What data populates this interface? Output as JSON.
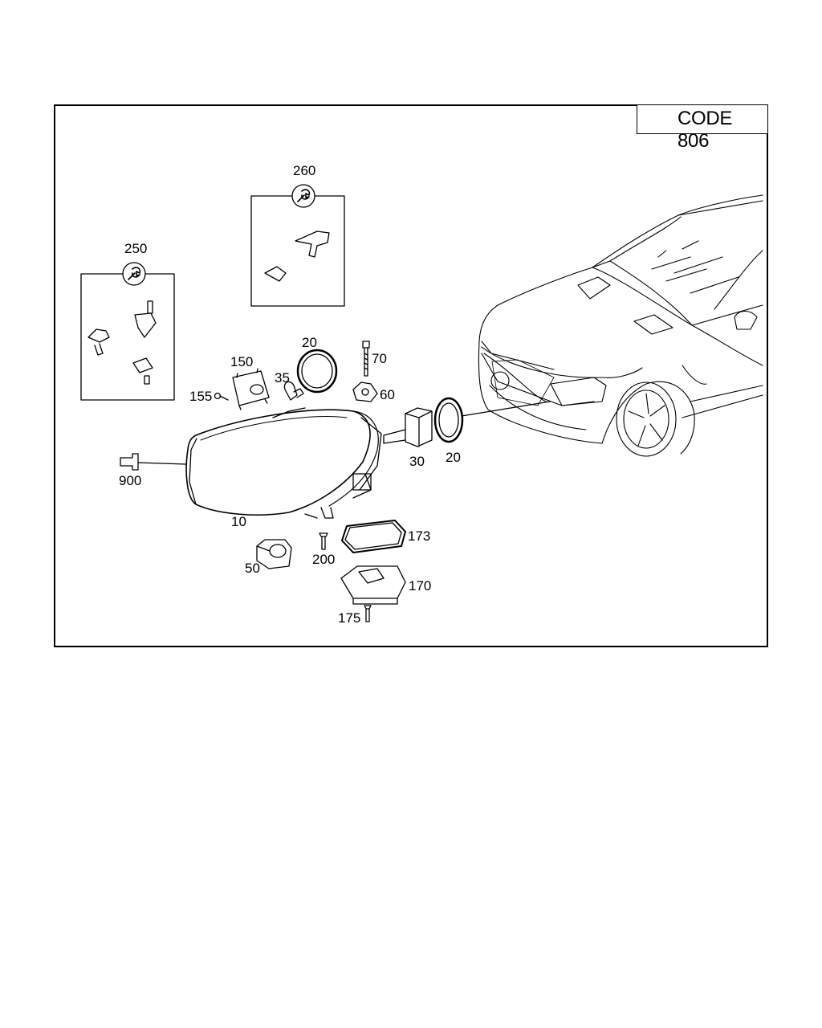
{
  "code_label": "CODE 806",
  "icons": {
    "arrow": "right-arrow-icon",
    "wrench": "wrench-icon"
  },
  "parts": [
    {
      "id": "p10",
      "label": "10"
    },
    {
      "id": "p20a",
      "label": "20"
    },
    {
      "id": "p20b",
      "label": "20"
    },
    {
      "id": "p30",
      "label": "30"
    },
    {
      "id": "p35",
      "label": "35"
    },
    {
      "id": "p50",
      "label": "50"
    },
    {
      "id": "p60",
      "label": "60"
    },
    {
      "id": "p70",
      "label": "70"
    },
    {
      "id": "p150",
      "label": "150"
    },
    {
      "id": "p155",
      "label": "155"
    },
    {
      "id": "p170",
      "label": "170"
    },
    {
      "id": "p173",
      "label": "173"
    },
    {
      "id": "p175",
      "label": "175"
    },
    {
      "id": "p200",
      "label": "200"
    },
    {
      "id": "p250",
      "label": "250"
    },
    {
      "id": "p260",
      "label": "260"
    },
    {
      "id": "p900",
      "label": "900"
    }
  ]
}
